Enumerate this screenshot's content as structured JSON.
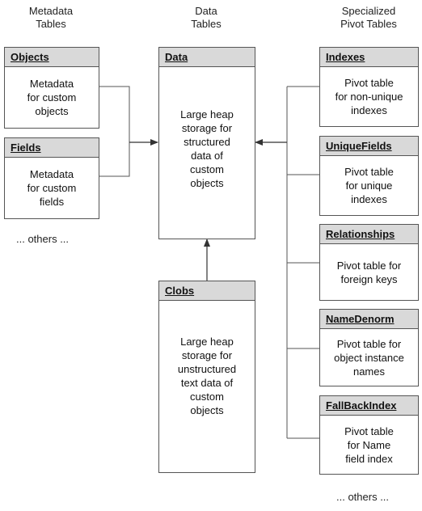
{
  "columns": {
    "metadata": "Metadata\nTables",
    "data": "Data\nTables",
    "pivot": "Specialized\nPivot Tables"
  },
  "tables": {
    "objects": {
      "title": "Objects",
      "body": "Metadata\nfor custom\nobjects"
    },
    "fields": {
      "title": "Fields",
      "body": "Metadata\nfor custom\nfields"
    },
    "data": {
      "title": "Data",
      "body": "Large heap\nstorage for\nstructured\ndata of\ncustom\nobjects"
    },
    "clobs": {
      "title": "Clobs",
      "body": "Large heap\nstorage for\nunstructured\ntext data of\ncustom\nobjects"
    },
    "indexes": {
      "title": "Indexes",
      "body": "Pivot table\nfor non-unique\nindexes"
    },
    "uniquefields": {
      "title": "UniqueFields",
      "body": "Pivot table\nfor unique\nindexes"
    },
    "relationships": {
      "title": "Relationships",
      "body": "Pivot table for\nforeign keys"
    },
    "namedenorm": {
      "title": "NameDenorm",
      "body": "Pivot table for\nobject instance\nnames"
    },
    "fallbackindex": {
      "title": "FallBackIndex",
      "body": "Pivot table\nfor Name\nfield index"
    }
  },
  "others_metadata": "... others ...",
  "others_pivot": "... others ...",
  "colors": {
    "border": "#555555",
    "header_fill": "#d9d9d9",
    "connector": "#555555"
  }
}
